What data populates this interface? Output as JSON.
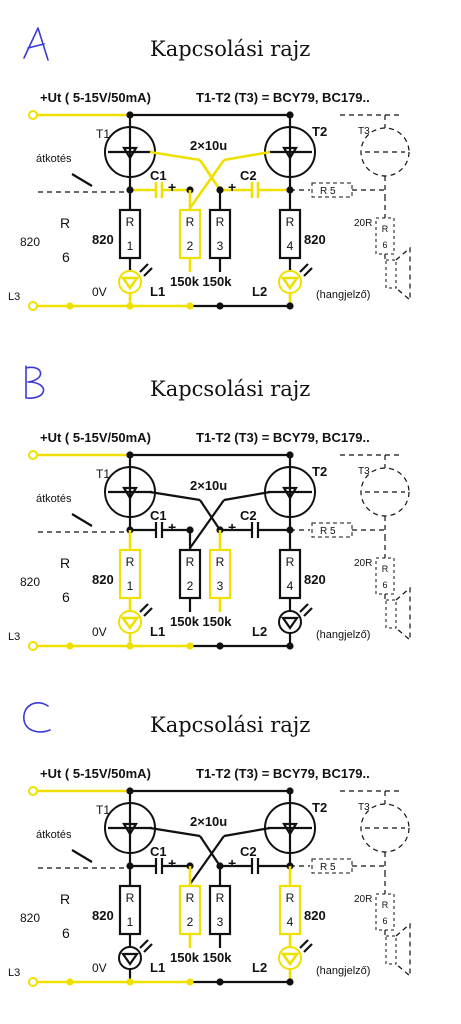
{
  "panels": [
    {
      "letter": "A",
      "title": "Kapcsolási rajz",
      "supply": "+Ut ( 5-15V/50mA)",
      "transistors": "T1-T2 (T3) = BCY79, BC179..",
      "t1": "T1",
      "t2": "T2",
      "t3": "T3",
      "cap_pair": "2×10u",
      "atkotes": "átkotés",
      "c1": "C1",
      "c2": "C2",
      "plus": "+",
      "r5": "R 5",
      "r_left": "R",
      "r_left_num": "6",
      "r_left_val": "820",
      "r1_val": "820",
      "r1": [
        "R",
        "1"
      ],
      "r2": [
        "R",
        "2"
      ],
      "r3": [
        "R",
        "3"
      ],
      "r4": [
        "R",
        "4"
      ],
      "r4_val": "820",
      "r6_val": "20R",
      "r6": [
        "R",
        "6"
      ],
      "r23_val": "150k 150k",
      "l3": "L3",
      "zero_v": "0V",
      "l1": "L1",
      "l2": "L2",
      "speaker": "(hangjelző)",
      "highlight": [
        "r2",
        "l1",
        "l2",
        "c1",
        "c2"
      ]
    },
    {
      "letter": "B",
      "title": "Kapcsolási rajz",
      "supply": "+Ut ( 5-15V/50mA)",
      "transistors": "T1-T2 (T3) = BCY79, BC179..",
      "t1": "T1",
      "t2": "T2",
      "t3": "T3",
      "cap_pair": "2×10u",
      "atkotes": "átkotés",
      "c1": "C1",
      "c2": "C2",
      "plus": "+",
      "r5": "R 5",
      "r_left": "R",
      "r_left_num": "6",
      "r_left_val": "820",
      "r1_val": "820",
      "r1": [
        "R",
        "1"
      ],
      "r2": [
        "R",
        "2"
      ],
      "r3": [
        "R",
        "3"
      ],
      "r4": [
        "R",
        "4"
      ],
      "r4_val": "820",
      "r6_val": "20R",
      "r6": [
        "R",
        "6"
      ],
      "r23_val": "150k 150k",
      "l3": "L3",
      "zero_v": "0V",
      "l1": "L1",
      "l2": "L2",
      "speaker": "(hangjelző)",
      "highlight": [
        "r1",
        "r3",
        "l1"
      ]
    },
    {
      "letter": "C",
      "title": "Kapcsolási rajz",
      "supply": "+Ut ( 5-15V/50mA)",
      "transistors": "T1-T2 (T3) = BCY79, BC179..",
      "t1": "T1",
      "t2": "T2",
      "t3": "T3",
      "cap_pair": "2×10u",
      "atkotes": "átkotés",
      "c1": "C1",
      "c2": "C2",
      "plus": "+",
      "r5": "R 5",
      "r_left": "R",
      "r_left_num": "6",
      "r_left_val": "820",
      "r1_val": "820",
      "r1": [
        "R",
        "1"
      ],
      "r2": [
        "R",
        "2"
      ],
      "r3": [
        "R",
        "3"
      ],
      "r4": [
        "R",
        "4"
      ],
      "r4_val": "820",
      "r6_val": "20R",
      "r6": [
        "R",
        "6"
      ],
      "r23_val": "150k 150k",
      "l3": "L3",
      "zero_v": "0V",
      "l1": "L1",
      "l2": "L2",
      "speaker": "(hangjelző)",
      "highlight": [
        "r2",
        "r4",
        "l2"
      ]
    }
  ]
}
